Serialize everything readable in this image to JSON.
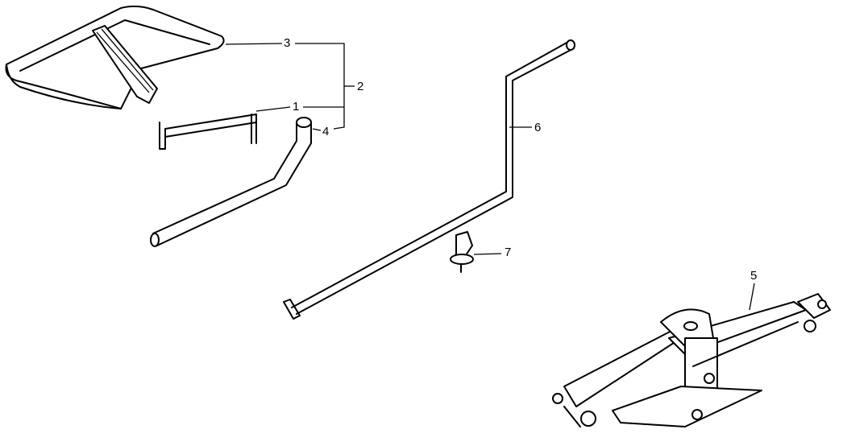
{
  "diagram": {
    "callouts": [
      {
        "id": "1",
        "part": "wrench"
      },
      {
        "id": "2",
        "part": "tool-set"
      },
      {
        "id": "3",
        "part": "tool-bag"
      },
      {
        "id": "4",
        "part": "wheel-nut-wrench"
      },
      {
        "id": "5",
        "part": "jack"
      },
      {
        "id": "6",
        "part": "jack-handle"
      },
      {
        "id": "7",
        "part": "clip"
      }
    ]
  }
}
